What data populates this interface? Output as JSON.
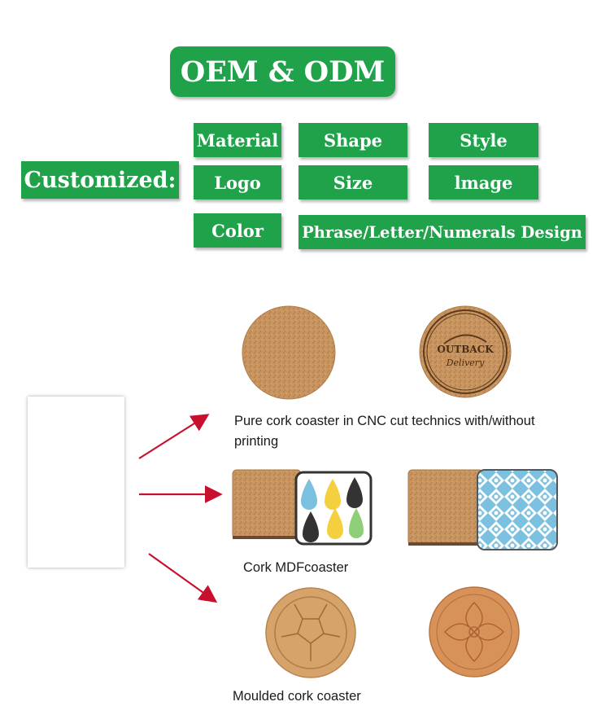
{
  "header": {
    "title": "OEM & ODM"
  },
  "customized": {
    "label": "Customized:",
    "options": [
      "Material",
      "Shape",
      "Style",
      "Logo",
      "Size",
      "lmage",
      "Color",
      "Phrase/Letter/Numerals Design"
    ]
  },
  "products": {
    "cork_logo_line1": "OUTBACK",
    "cork_logo_line2": "Delivery",
    "caption_cnc_line1": "Pure cork coaster in CNC cut technics with/without",
    "caption_cnc_line2": "printing",
    "caption_mdf": "Cork MDFcoaster",
    "caption_moulded": "Moulded cork coaster"
  },
  "colors": {
    "accent": "#1fa24a",
    "arrow": "#c8102e",
    "cork": "#c89460"
  }
}
